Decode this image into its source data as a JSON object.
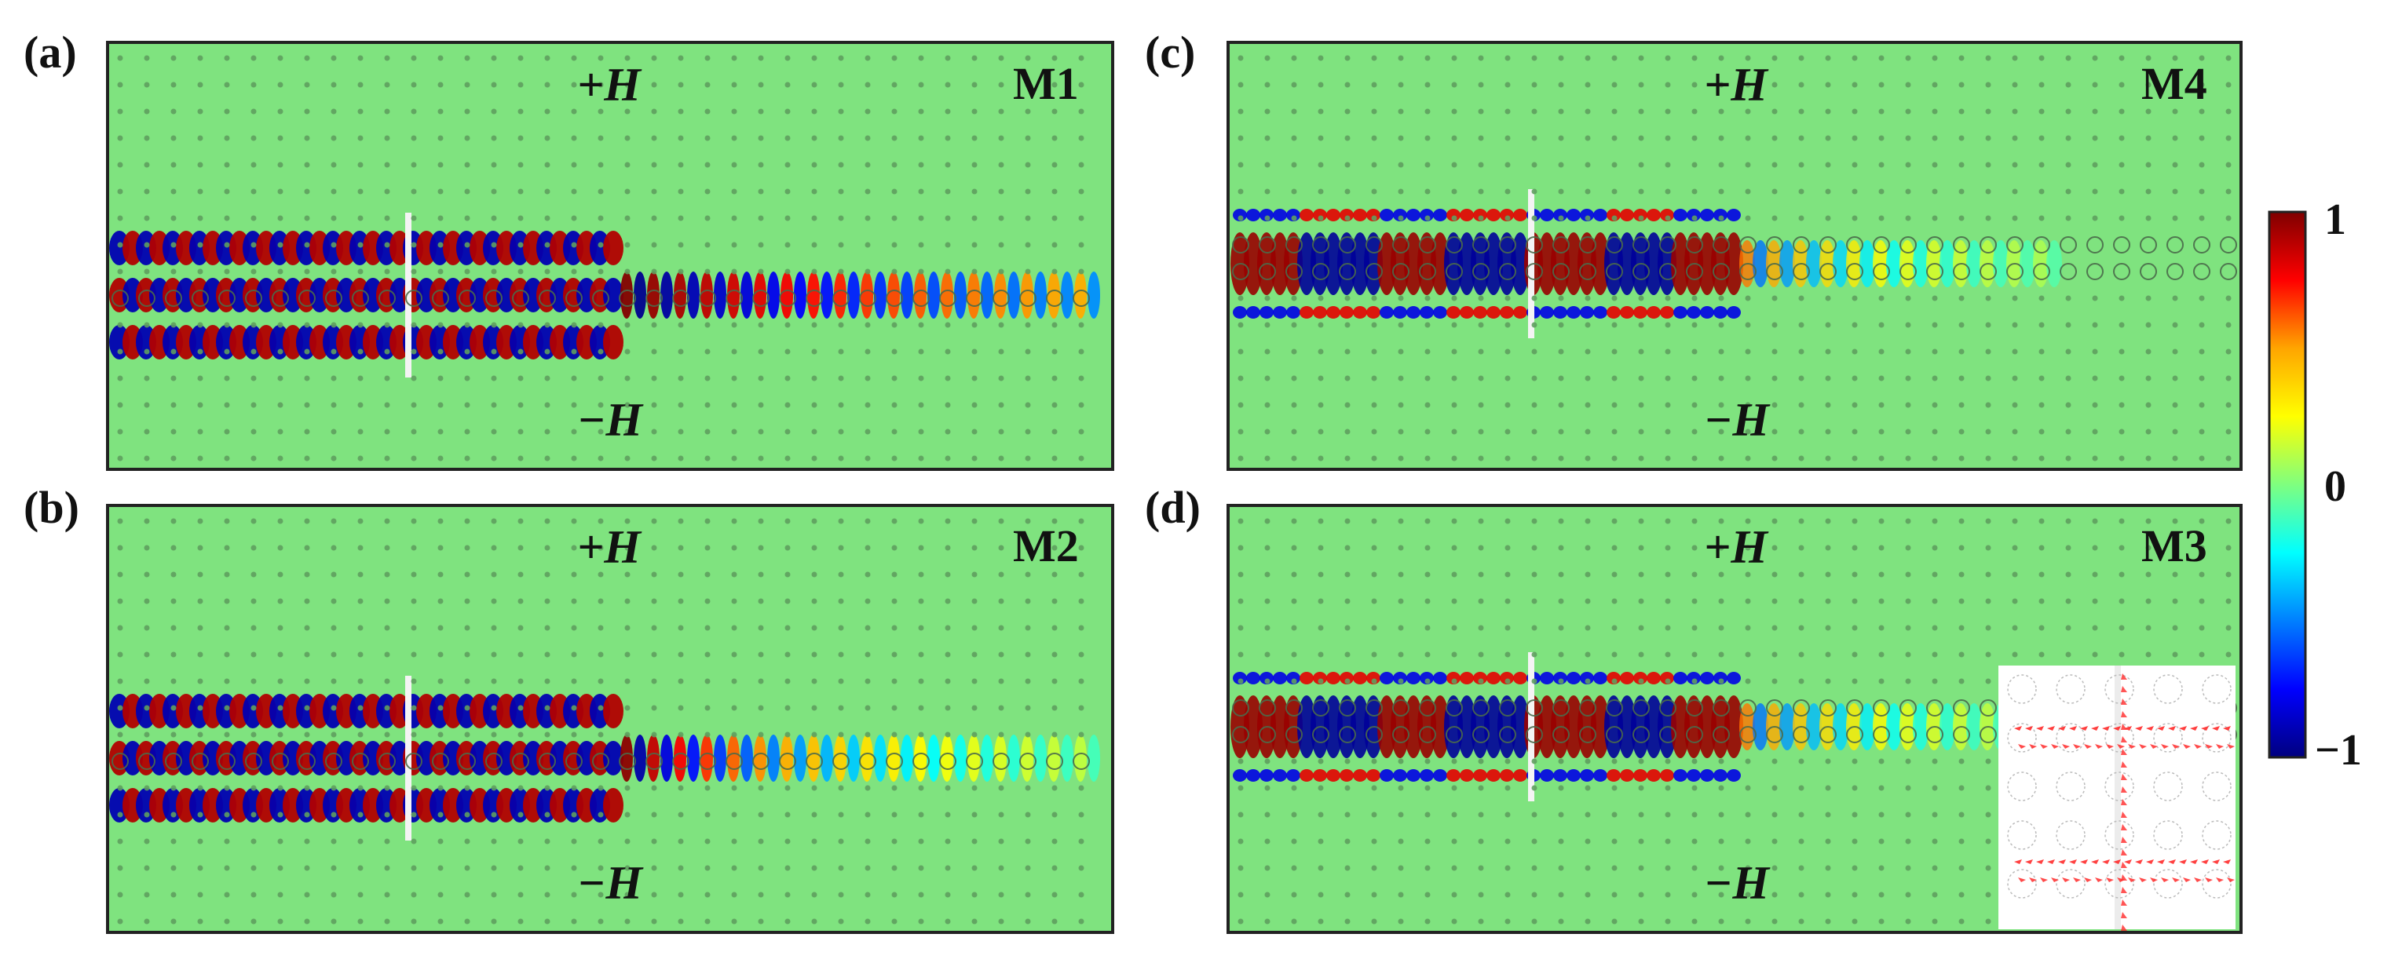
{
  "panels": [
    {
      "letter": "(a)",
      "mode": "M1",
      "top_label": "+H",
      "bottom_label": "−H"
    },
    {
      "letter": "(b)",
      "mode": "M2",
      "top_label": "+H",
      "bottom_label": "−H"
    },
    {
      "letter": "(c)",
      "mode": "M4",
      "top_label": "+H",
      "bottom_label": "−H"
    },
    {
      "letter": "(d)",
      "mode": "M3",
      "top_label": "+H",
      "bottom_label": "−H"
    }
  ],
  "colorbar": {
    "ticks": [
      "1",
      "0",
      "−1"
    ],
    "colors": [
      "#7f0000",
      "#ff0000",
      "#ffa500",
      "#ffff00",
      "#7fff7f",
      "#00ffff",
      "#007fff",
      "#0000ff",
      "#00007f"
    ]
  },
  "colors": {
    "background": "#7fe37f",
    "rod": "#5f9f5f",
    "frame": "#222222",
    "inset_arrow": "#ff2a2a"
  }
}
